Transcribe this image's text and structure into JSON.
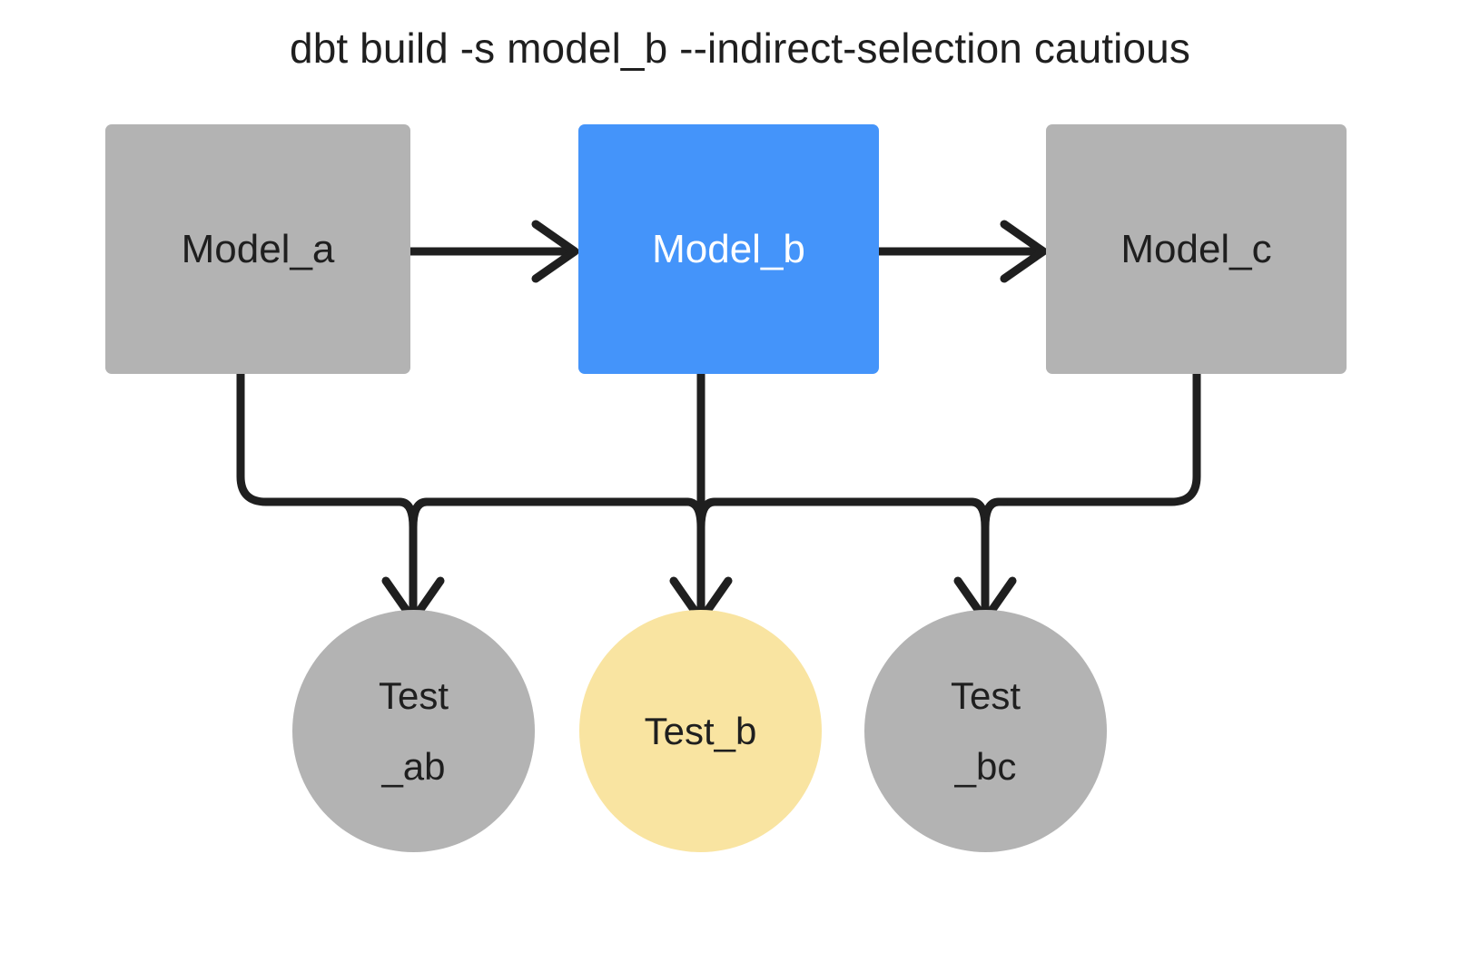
{
  "diagram": {
    "title": "dbt build -s model_b --indirect-selection cautious",
    "background": "#ffffff",
    "colors": {
      "selected_model": "#4494fa",
      "unselected_node": "#b3b3b3",
      "selected_test": "#f9e4a1",
      "edge": "#1f1f1f",
      "text_dark": "#1f1f1f",
      "text_light": "#ffffff"
    },
    "models": [
      {
        "id": "model_a",
        "label": "Model_a",
        "shape": "rectangle",
        "state": "unselected",
        "fill": "#b3b3b3",
        "text_color": "#1f1f1f"
      },
      {
        "id": "model_b",
        "label": "Model_b",
        "shape": "rectangle",
        "state": "selected",
        "fill": "#4494fa",
        "text_color": "#ffffff"
      },
      {
        "id": "model_c",
        "label": "Model_c",
        "shape": "rectangle",
        "state": "unselected",
        "fill": "#b3b3b3",
        "text_color": "#1f1f1f"
      }
    ],
    "tests": [
      {
        "id": "test_ab",
        "label": "Test\n_ab",
        "shape": "circle",
        "state": "unselected",
        "fill": "#b3b3b3",
        "text_color": "#1f1f1f"
      },
      {
        "id": "test_b",
        "label": "Test_b",
        "shape": "circle",
        "state": "selected",
        "fill": "#f9e4a1",
        "text_color": "#1f1f1f"
      },
      {
        "id": "test_bc",
        "label": "Test\n_bc",
        "shape": "circle",
        "state": "unselected",
        "fill": "#b3b3b3",
        "text_color": "#1f1f1f"
      }
    ],
    "edges": [
      {
        "id": "edge-model-a-to-model-b",
        "from": "model_a",
        "to": "model_b",
        "style": "straight-arrow"
      },
      {
        "id": "edge-model-b-to-model-c",
        "from": "model_b",
        "to": "model_c",
        "style": "straight-arrow"
      },
      {
        "id": "edge-model-a-to-test-ab",
        "from": "model_a",
        "to": "test_ab",
        "style": "elbow-arrow"
      },
      {
        "id": "edge-model-b-to-test-ab",
        "from": "model_b",
        "to": "test_ab",
        "style": "elbow-arrow"
      },
      {
        "id": "edge-model-b-to-test-b",
        "from": "model_b",
        "to": "test_b",
        "style": "straight-arrow"
      },
      {
        "id": "edge-model-b-to-test-bc",
        "from": "model_b",
        "to": "test_bc",
        "style": "elbow-arrow"
      },
      {
        "id": "edge-model-c-to-test-bc",
        "from": "model_c",
        "to": "test_bc",
        "style": "elbow-arrow"
      }
    ]
  }
}
